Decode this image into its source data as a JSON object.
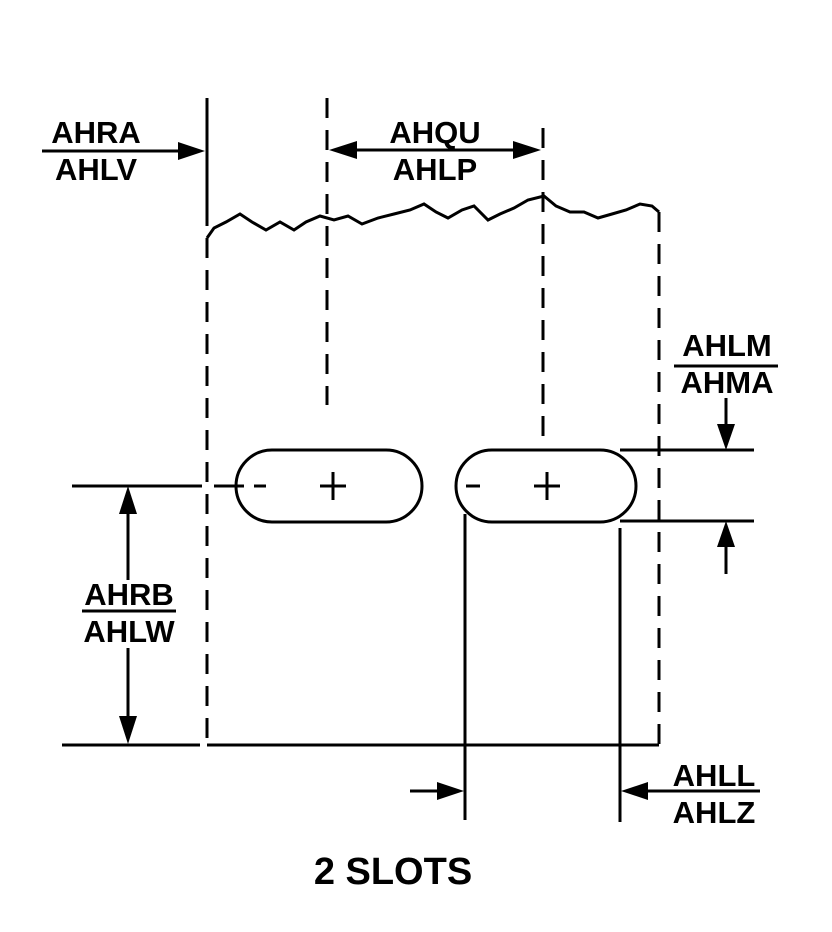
{
  "dimensions": {
    "left_offset": {
      "upper": "AHRA",
      "lower": "AHLV"
    },
    "slot_spacing": {
      "upper": "AHQU",
      "lower": "AHLP"
    },
    "slot_width": {
      "upper": "AHLM",
      "lower": "AHMA"
    },
    "slot_height_from_base": {
      "upper": "AHRB",
      "lower": "AHLW"
    },
    "slot_length": {
      "upper": "AHLL",
      "lower": "AHLZ"
    }
  },
  "caption": "2 SLOTS"
}
